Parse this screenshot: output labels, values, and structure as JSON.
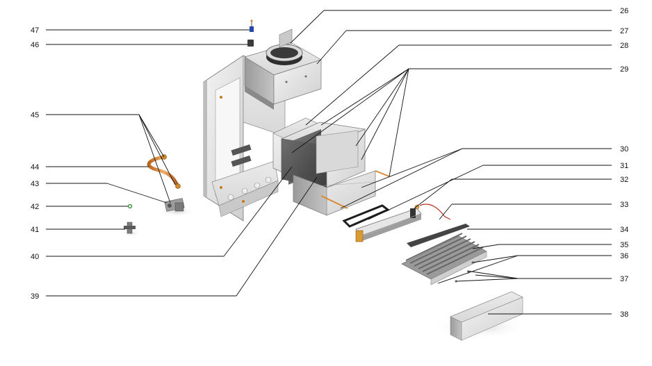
{
  "diagram": {
    "callouts_right": [
      "26",
      "27",
      "28",
      "29",
      "30",
      "31",
      "32",
      "33",
      "34",
      "35",
      "36",
      "37",
      "38"
    ],
    "callouts_left": [
      "47",
      "46",
      "45",
      "44",
      "43",
      "42",
      "41",
      "40",
      "39"
    ]
  }
}
